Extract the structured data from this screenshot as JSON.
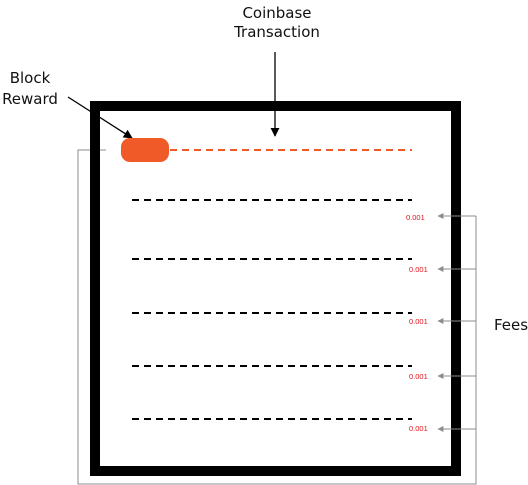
{
  "labels": {
    "coinbase_line1": "Coinbase",
    "coinbase_line2": "Transaction",
    "block_line1": "Block",
    "block_line2": "Reward",
    "fees": "Fees"
  },
  "fee_values": [
    "0.001",
    "0.001",
    "0.001",
    "0.001",
    "0.001"
  ],
  "colors": {
    "coinbase": "#f05a28",
    "fee_text": "#e0141e",
    "block_border": "#000000",
    "connector": "#8c8c8c"
  }
}
